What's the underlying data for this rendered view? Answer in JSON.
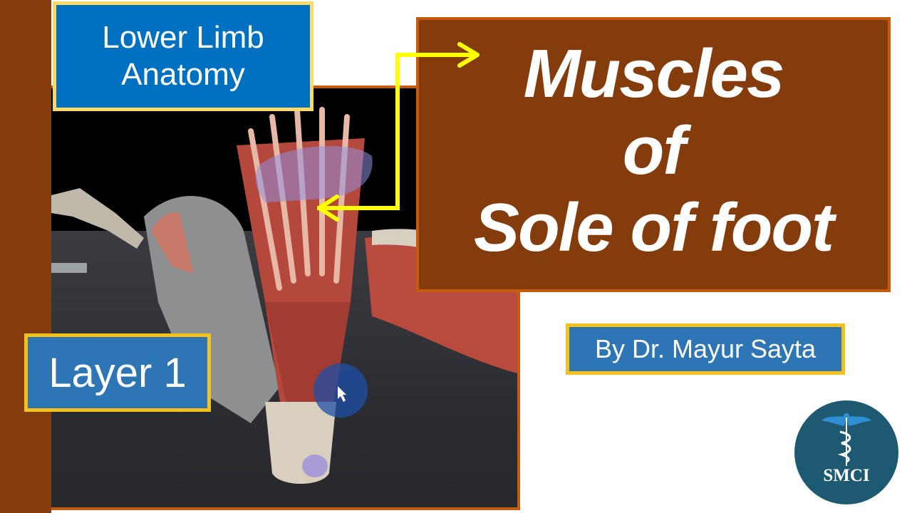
{
  "slide": {
    "series_label": "Lower Limb Anatomy",
    "series_label_lines": [
      "Lower Limb",
      "Anatomy"
    ],
    "title_lines": [
      "Muscles",
      "of",
      "Sole of foot"
    ],
    "layer_label": "Layer 1",
    "author": "By Dr. Mayur Sayta",
    "logo": {
      "text": "SMCI",
      "icon": "caduceus-icon"
    }
  },
  "colors": {
    "brown": "#843c0c",
    "orange_border": "#c55a11",
    "blue_box": "#2e75b6",
    "blue_box_top": "#0070c0",
    "gold_border": "#f4c01a",
    "arrow_yellow": "#ffff00",
    "logo_teal": "#1d5a72"
  },
  "image": {
    "description": "3D anatomy model: plantar view of foot showing flexor digitorum brevis muscle, highlighted plantar region"
  }
}
